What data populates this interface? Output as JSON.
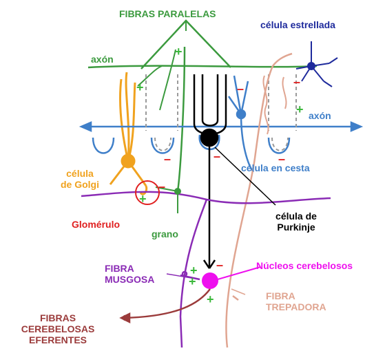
{
  "colors": {
    "parallel": "#3b9a3e",
    "stellate": "#1e2a9c",
    "basket": "#3f7fc9",
    "golgi": "#f0a21e",
    "purkinje": "#000000",
    "mossy": "#8a2bb5",
    "climbing": "#e0a591",
    "nuclei": "#ee10ee",
    "efferent": "#9b3b3b",
    "glomerulus": "#e02020",
    "inhibitory": "#e02020",
    "excitatory": "#3bb83b"
  },
  "labels": {
    "parallel_fibers": "FIBRAS PARALELAS",
    "stellate_cell": "célula estrellada",
    "axon_left": "axón",
    "axon_right": "axón",
    "golgi_cell_line1": "célula",
    "golgi_cell_line2": "de Golgi",
    "basket_cell": "célula en cesta",
    "glomerulus": "Glomérulo",
    "granule": "grano",
    "purkinje_line1": "célula de",
    "purkinje_line2": "Purkinje",
    "mossy_line1": "FIBRA",
    "mossy_line2": "MUSGOSA",
    "nuclei": "Núcleos cerebelosos",
    "climbing_line1": "FIBRA",
    "climbing_line2": "TREPADORA",
    "efferent_line1": "FIBRAS",
    "efferent_line2": "CEREBELOSAS",
    "efferent_line3": "EFERENTES"
  },
  "signs": {
    "plus": "+",
    "minus": "–"
  }
}
